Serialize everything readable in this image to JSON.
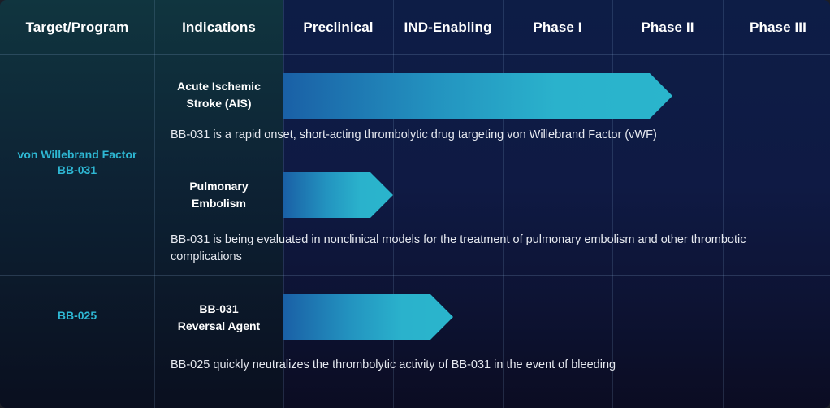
{
  "header": {
    "target_program": "Target/Program",
    "indications": "Indications",
    "stages": [
      "Preclinical",
      "IND-Enabling",
      "Phase I",
      "Phase II",
      "Phase III"
    ]
  },
  "colors": {
    "program_text": "#2eb7d3",
    "bar_start": "#1a60a6",
    "bar_end": "#2ab5cc"
  },
  "programs": [
    {
      "name_line1": "von Willebrand Factor",
      "name_line2": "BB-031"
    },
    {
      "name_line1": "BB-025",
      "name_line2": ""
    }
  ],
  "chart_data": {
    "type": "bar",
    "orientation": "horizontal",
    "categories": [
      "Acute Ischemic Stroke (AIS)",
      "Pulmonary Embolism",
      "BB-031 Reversal Agent"
    ],
    "x_stages": [
      "Preclinical",
      "IND-Enabling",
      "Phase I",
      "Phase II",
      "Phase III"
    ],
    "values_stage_progress": [
      3.55,
      1.0,
      1.55
    ],
    "rows": [
      {
        "program": "von Willebrand Factor BB-031",
        "indication_line1": "Acute Ischemic",
        "indication_line2": "Stroke (AIS)",
        "progress": 3.55,
        "description": "BB-031 is a rapid onset, short-acting thrombolytic drug targeting von Willebrand Factor (vWF)"
      },
      {
        "program": "von Willebrand Factor BB-031",
        "indication_line1": "Pulmonary",
        "indication_line2": "Embolism",
        "progress": 1.0,
        "description": "BB-031 is being evaluated in nonclinical models for the treatment of pulmonary embolism and other thrombotic complications"
      },
      {
        "program": "BB-025",
        "indication_line1": "BB-031",
        "indication_line2": "Reversal Agent",
        "progress": 1.55,
        "description": "BB-025 quickly neutralizes the thrombolytic activity of BB-031 in the event of bleeding"
      }
    ]
  }
}
